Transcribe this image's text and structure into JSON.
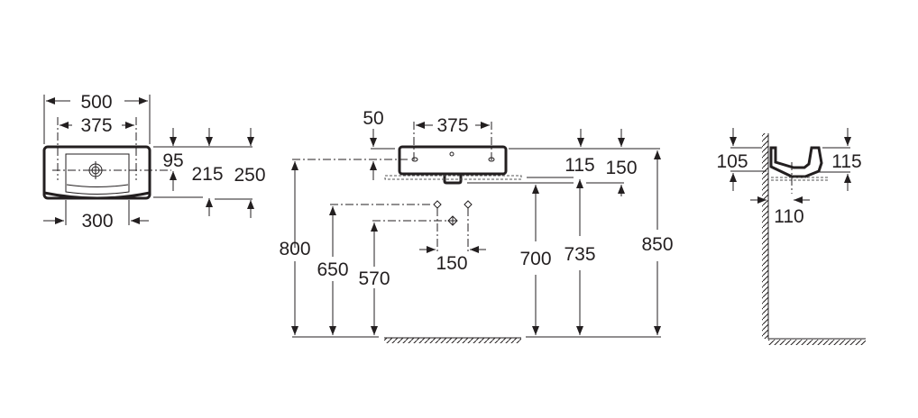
{
  "top_view": {
    "labels": {
      "overall_width": "500",
      "tap_hole_spacing": "375",
      "bowl_width": "300",
      "tap_hole_offset": "95",
      "bowl_depth_inner": "215",
      "overall_depth": "250"
    }
  },
  "front_view": {
    "labels": {
      "wall_gap": "50",
      "tap_hole_spacing": "375",
      "basin_height": "115",
      "overall_height": "150",
      "fixing_height": "800",
      "supply_height_upper": "650",
      "supply_height_lower": "570",
      "supply_spacing": "150",
      "underside_height": "700",
      "rim_lower_height": "735",
      "rim_height": "850"
    }
  },
  "side_view": {
    "labels": {
      "rim_depth_wall": "105",
      "rim_depth_front": "115",
      "drain_offset": "110"
    }
  }
}
